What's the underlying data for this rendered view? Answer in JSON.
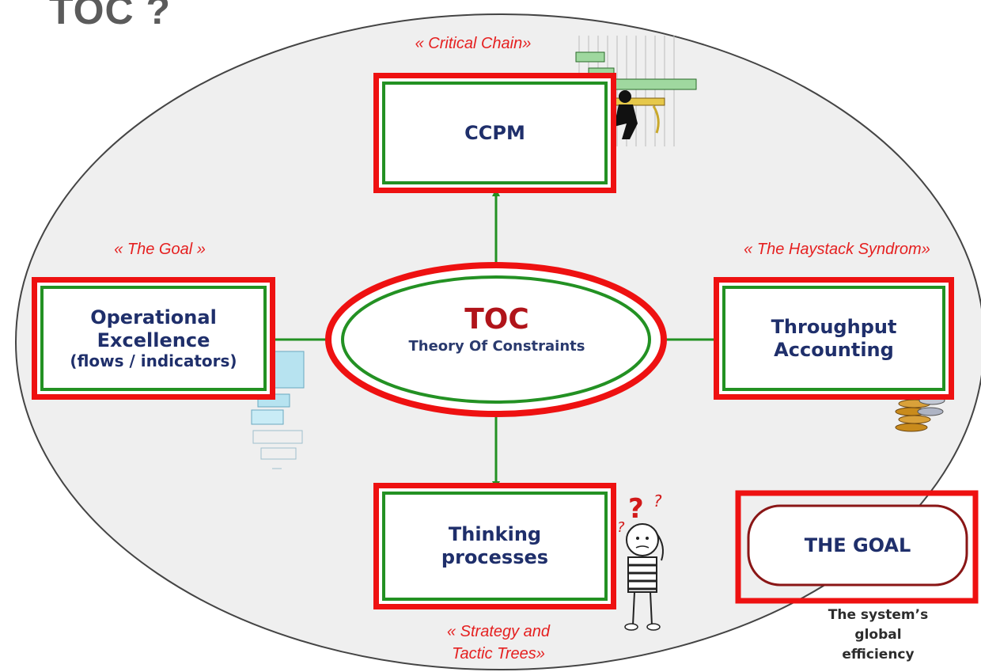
{
  "page": {
    "title": "TOC ?"
  },
  "center": {
    "title": "TOC",
    "subtitle": "Theory Of Constraints"
  },
  "nodes": {
    "ccpm": {
      "label": "CCPM",
      "caption": "« Critical Chain»"
    },
    "operational": {
      "line1": "Operational",
      "line2": "Excellence",
      "line3": "(flows / indicators)",
      "caption": "« The Goal »"
    },
    "throughput": {
      "line1": "Throughput",
      "line2": "Accounting",
      "caption": "« The Haystack Syndrom»"
    },
    "thinking": {
      "line1": "Thinking",
      "line2": "processes",
      "caption_line1": "« Strategy and",
      "caption_line2": "Tactic Trees»"
    },
    "goal": {
      "label": "THE GOAL",
      "note_line1": "The system’s",
      "note_line2": "global",
      "note_line3": "efficiency"
    }
  },
  "colors": {
    "frame_red": "#ee1111",
    "link_green": "#239123",
    "text_navy": "#1f2f6b",
    "caption_red": "#e52020",
    "toc_red": "#b0141a",
    "ellipse_fill": "#efefef"
  },
  "icons": [
    "gantt-worker-icon",
    "flowchart-icon",
    "coin-stack-icon",
    "confused-person-icon"
  ]
}
